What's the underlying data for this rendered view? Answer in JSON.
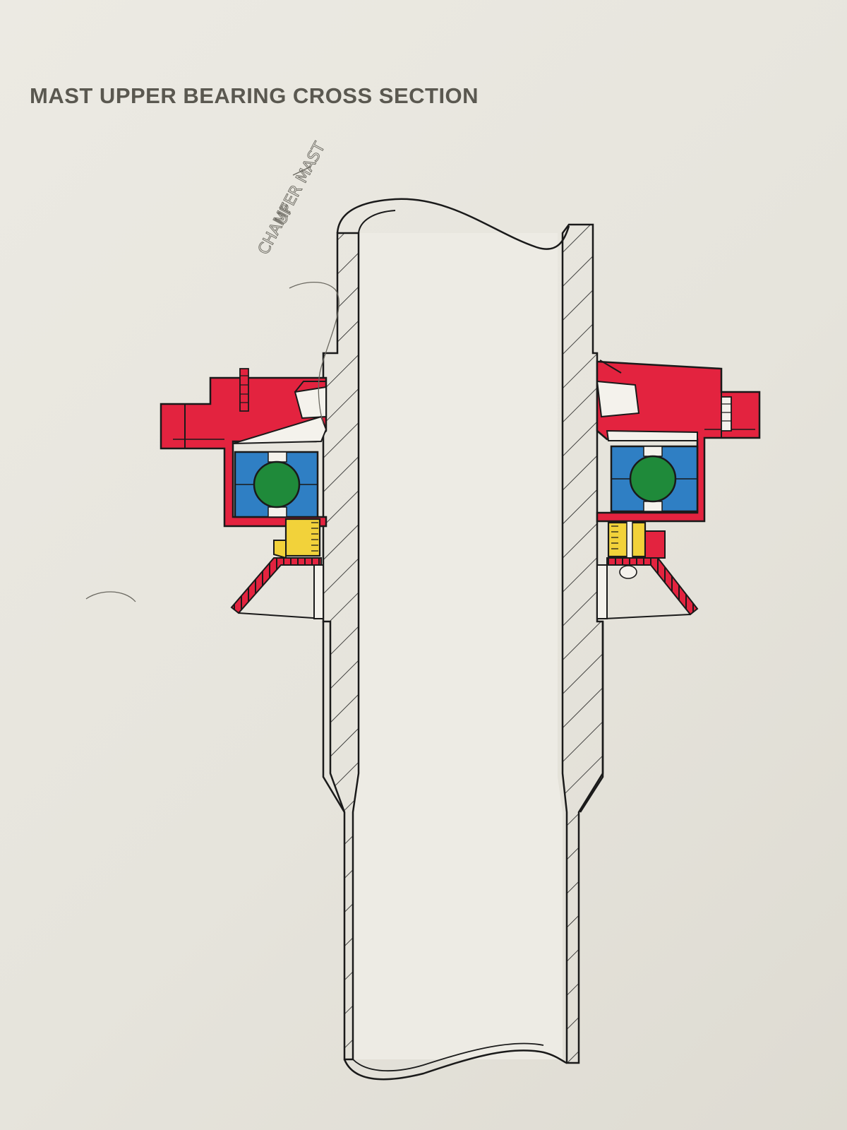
{
  "title": "MAST UPPER BEARING CROSS SECTION",
  "annotation": {
    "line1": "CHAMFER MAST",
    "line2": "UP"
  },
  "colors": {
    "housing": "#e3233f",
    "bearing_race": "#2f7fc4",
    "ball": "#1f8a3a",
    "spacer": "#f2d23a",
    "outline": "#1a1a1a",
    "paper": "#e9e7e0"
  },
  "parts": [
    {
      "id": "mast-tube",
      "icon": "hatched-tube"
    },
    {
      "id": "bearing-housing",
      "color": "housing"
    },
    {
      "id": "ball-bearing-race",
      "color": "bearing_race"
    },
    {
      "id": "bearing-ball",
      "color": "ball"
    },
    {
      "id": "spacer-nut",
      "color": "spacer"
    },
    {
      "id": "conical-seal",
      "color": "housing"
    }
  ]
}
